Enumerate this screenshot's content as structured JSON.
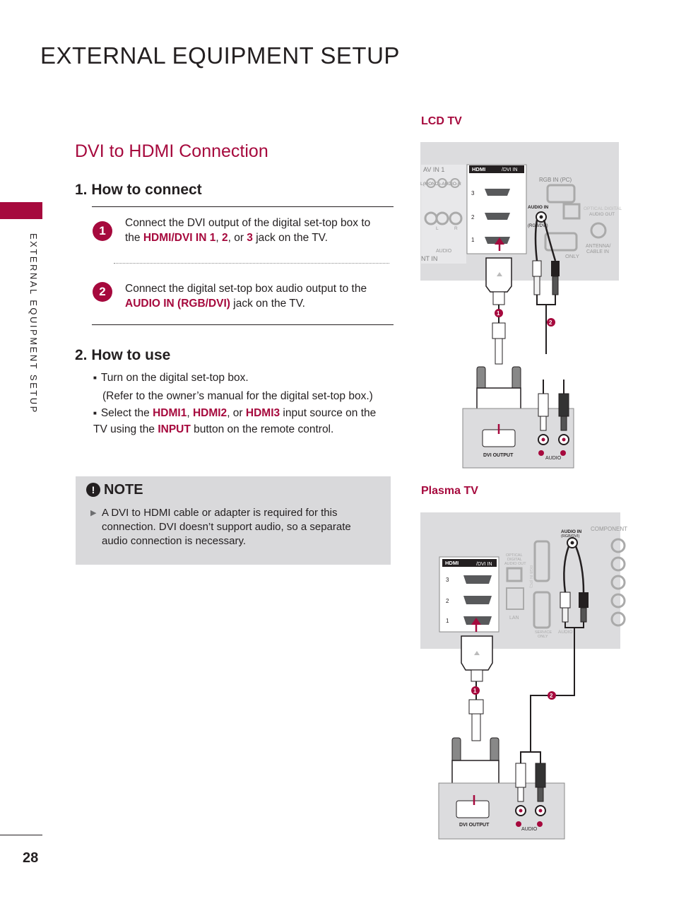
{
  "header": {
    "title": "EXTERNAL EQUIPMENT SETUP"
  },
  "side_tab": {
    "text": "EXTERNAL EQUIPMENT SETUP"
  },
  "page_number": "28",
  "section": {
    "title": "DVI to HDMI Connection"
  },
  "how_to_connect": {
    "heading": "1. How to connect",
    "steps": [
      {
        "num": "1",
        "t1": "Connect the DVI output of the digital set-top box to the ",
        "k1": "HDMI/DVI IN 1",
        "t2": ", ",
        "k2": "2",
        "t3": ", or ",
        "k3": "3",
        "t4": " jack on the TV."
      },
      {
        "num": "2",
        "t1": "Connect the digital set-top box audio output to the ",
        "k1": "AUDIO IN (RGB/DVI)",
        "t2": " jack on the TV."
      }
    ]
  },
  "how_to_use": {
    "heading": "2. How to use",
    "b1_line1": "Turn on the digital set-top box.",
    "b1_line2": "(Refer to the owner’s manual for the digital set-top box.)",
    "b2_t1": "Select the ",
    "b2_k1": "HDMI1",
    "b2_t2": ", ",
    "b2_k2": "HDMI2",
    "b2_t3": ", or ",
    "b2_k3": "HDMI3",
    "b2_t4": " input source on the TV using the ",
    "b2_k4": "INPUT",
    "b2_t5": " button on the remote control."
  },
  "note": {
    "icon": "!",
    "heading": "NOTE",
    "text": "A DVI to HDMI cable or adapter is required for this connection. DVI doesn’t support audio, so a separate audio connection is necessary."
  },
  "lcd_figure": {
    "label": "LCD TV",
    "av_in": "AV IN 1",
    "mono_audio": "L(MONO)-AUDIO-R",
    "l": "L",
    "r": "R",
    "audio_small": "AUDIO",
    "nt_in": "NT IN",
    "hdmi_label": "HDMI",
    "dvi_in": "/DVI IN",
    "ports": [
      "3",
      "2",
      "1"
    ],
    "rgb_in": "RGB IN (PC)",
    "audio_in": "AUDIO IN",
    "rgb_dvi": "(RGB/DVI)",
    "only": "ONLY",
    "optical": "OPTICAL DIGITAL",
    "audio_out": "AUDIO OUT",
    "antenna": "ANTENNA/",
    "cable_in": "CABLE IN",
    "dvi_output": "DVI OUTPUT",
    "audio_label": "AUDIO",
    "marker1": "1",
    "marker2": "2"
  },
  "plasma_figure": {
    "label": "Plasma TV",
    "audio_in": "AUDIO IN",
    "rgb_dvi": "(RGB/DVI)",
    "component": "COMPONENT",
    "optical": "OPTICAL",
    "digital": "DIGITAL",
    "audio_out": "AUDIO OUT",
    "rgb_in_pc": "RGB IN (PC)",
    "lan": "LAN",
    "service": "SERVICE",
    "only": "ONLY",
    "audio_small": "AUDIO",
    "hdmi_label": "HDMI",
    "dvi_in": "/DVI IN",
    "ports": [
      "3",
      "2",
      "1"
    ],
    "dvi_output": "DVI OUTPUT",
    "audio_label": "AUDIO",
    "marker1": "1",
    "marker2": "2"
  },
  "colors": {
    "accent": "#a6093d",
    "panel": "#dcdcde",
    "note_bg": "#d9d9db"
  }
}
